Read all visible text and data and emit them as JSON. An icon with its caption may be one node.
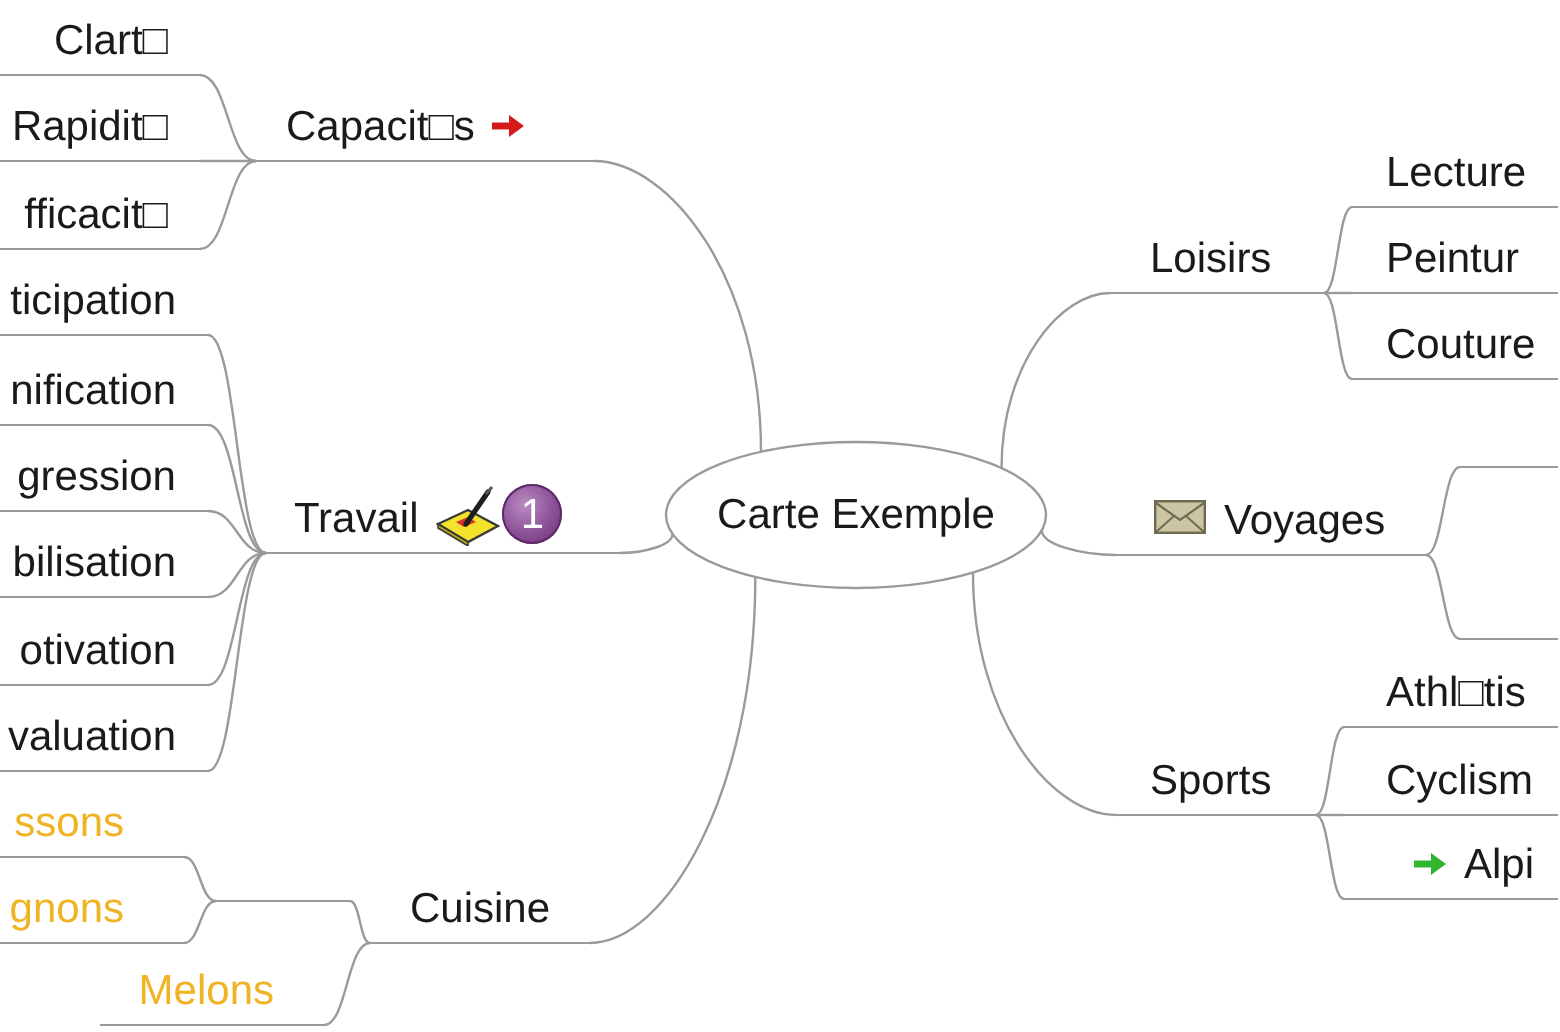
{
  "diagram": {
    "nodes": [
      {
        "text": [
          "Carte Exemple"
        ]
      },
      {
        "text": [
          "Capacit□s"
        ]
      },
      {
        "text": [
          "Clart□"
        ]
      },
      {
        "text": [
          "Rapidit□"
        ]
      },
      {
        "text": [
          "fficacit□"
        ]
      },
      {
        "text": [
          "Travail",
          "1"
        ]
      },
      {
        "text": [
          "ticipation"
        ]
      },
      {
        "text": [
          "nification"
        ]
      },
      {
        "text": [
          "gression"
        ]
      },
      {
        "text": [
          "bilisation"
        ]
      },
      {
        "text": [
          "otivation"
        ]
      },
      {
        "text": [
          "valuation"
        ]
      },
      {
        "text": [
          "Cuisine"
        ]
      },
      {
        "text": [],
        "shape": "line"
      },
      {
        "text": [
          "ssons"
        ]
      },
      {
        "text": [
          "gnons"
        ]
      },
      {
        "text": [
          "Melons"
        ]
      },
      {
        "text": [
          "Loisirs"
        ]
      },
      {
        "text": [
          "Lecture"
        ]
      },
      {
        "text": [
          "Peintur"
        ]
      },
      {
        "text": [
          "Couture"
        ]
      },
      {
        "text": [
          "Voyages"
        ]
      },
      {
        "text": [],
        "shape": "line"
      },
      {
        "text": [],
        "shape": "line"
      },
      {
        "text": [
          "Sports"
        ]
      },
      {
        "text": [
          "Athl□tis"
        ]
      },
      {
        "text": [
          "Cyclism"
        ]
      },
      {
        "text": [
          "Alpi"
        ]
      }
    ],
    "edges": [
      {
        "from": 0,
        "to": 1,
        "arrow": "none"
      },
      {
        "from": 1,
        "to": 2,
        "arrow": "none"
      },
      {
        "from": 1,
        "to": 3,
        "arrow": "none"
      },
      {
        "from": 1,
        "to": 4,
        "arrow": "none"
      },
      {
        "from": 0,
        "to": 5,
        "arrow": "none"
      },
      {
        "from": 5,
        "to": 6,
        "arrow": "none"
      },
      {
        "from": 5,
        "to": 7,
        "arrow": "none"
      },
      {
        "from": 5,
        "to": 8,
        "arrow": "none"
      },
      {
        "from": 5,
        "to": 9,
        "arrow": "none"
      },
      {
        "from": 5,
        "to": 10,
        "arrow": "none"
      },
      {
        "from": 5,
        "to": 11,
        "arrow": "none"
      },
      {
        "from": 0,
        "to": 12,
        "arrow": "none"
      },
      {
        "from": 12,
        "to": 13,
        "arrow": "none"
      },
      {
        "from": 13,
        "to": 14,
        "arrow": "none"
      },
      {
        "from": 13,
        "to": 15,
        "arrow": "none"
      },
      {
        "from": 12,
        "to": 16,
        "arrow": "none"
      },
      {
        "from": 0,
        "to": 17,
        "arrow": "none"
      },
      {
        "from": 17,
        "to": 18,
        "arrow": "none"
      },
      {
        "from": 17,
        "to": 19,
        "arrow": "none"
      },
      {
        "from": 17,
        "to": 20,
        "arrow": "none"
      },
      {
        "from": 0,
        "to": 21,
        "arrow": "none"
      },
      {
        "from": 21,
        "to": 22,
        "arrow": "none"
      },
      {
        "from": 21,
        "to": 23,
        "arrow": "none"
      },
      {
        "from": 0,
        "to": 24,
        "arrow": "none"
      },
      {
        "from": 24,
        "to": 25,
        "arrow": "none"
      },
      {
        "from": 24,
        "to": 26,
        "arrow": "none"
      },
      {
        "from": 24,
        "to": 27,
        "arrow": "none"
      }
    ]
  }
}
